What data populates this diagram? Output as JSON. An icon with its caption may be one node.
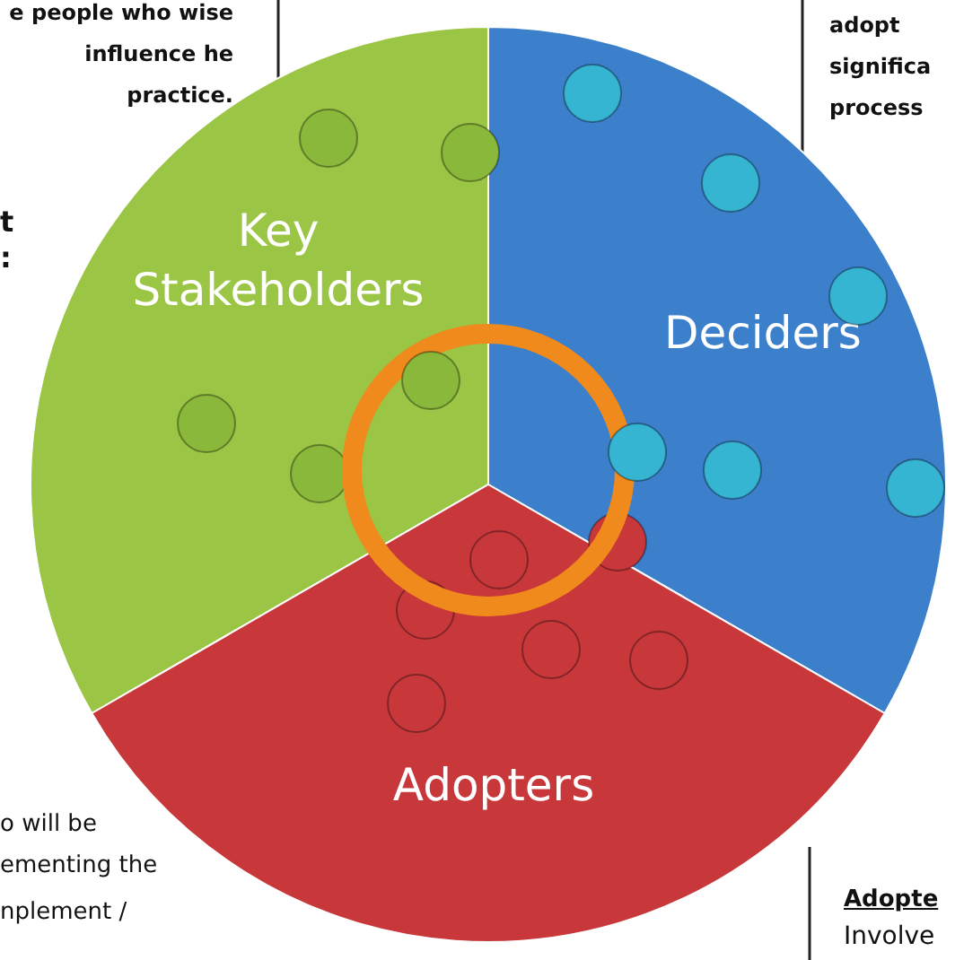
{
  "diagram": {
    "nodes": [
      {
        "text": [
          "Key Stakeholders"
        ]
      },
      {
        "text": [
          "Deciders"
        ]
      },
      {
        "text": [
          "Adopters"
        ]
      }
    ],
    "labels": [
      "e people who wise influence he practice.",
      "t",
      ":",
      "adopt significa process",
      "o will be ementing the",
      "nplement /",
      "Adopte",
      "Involve"
    ]
  }
}
